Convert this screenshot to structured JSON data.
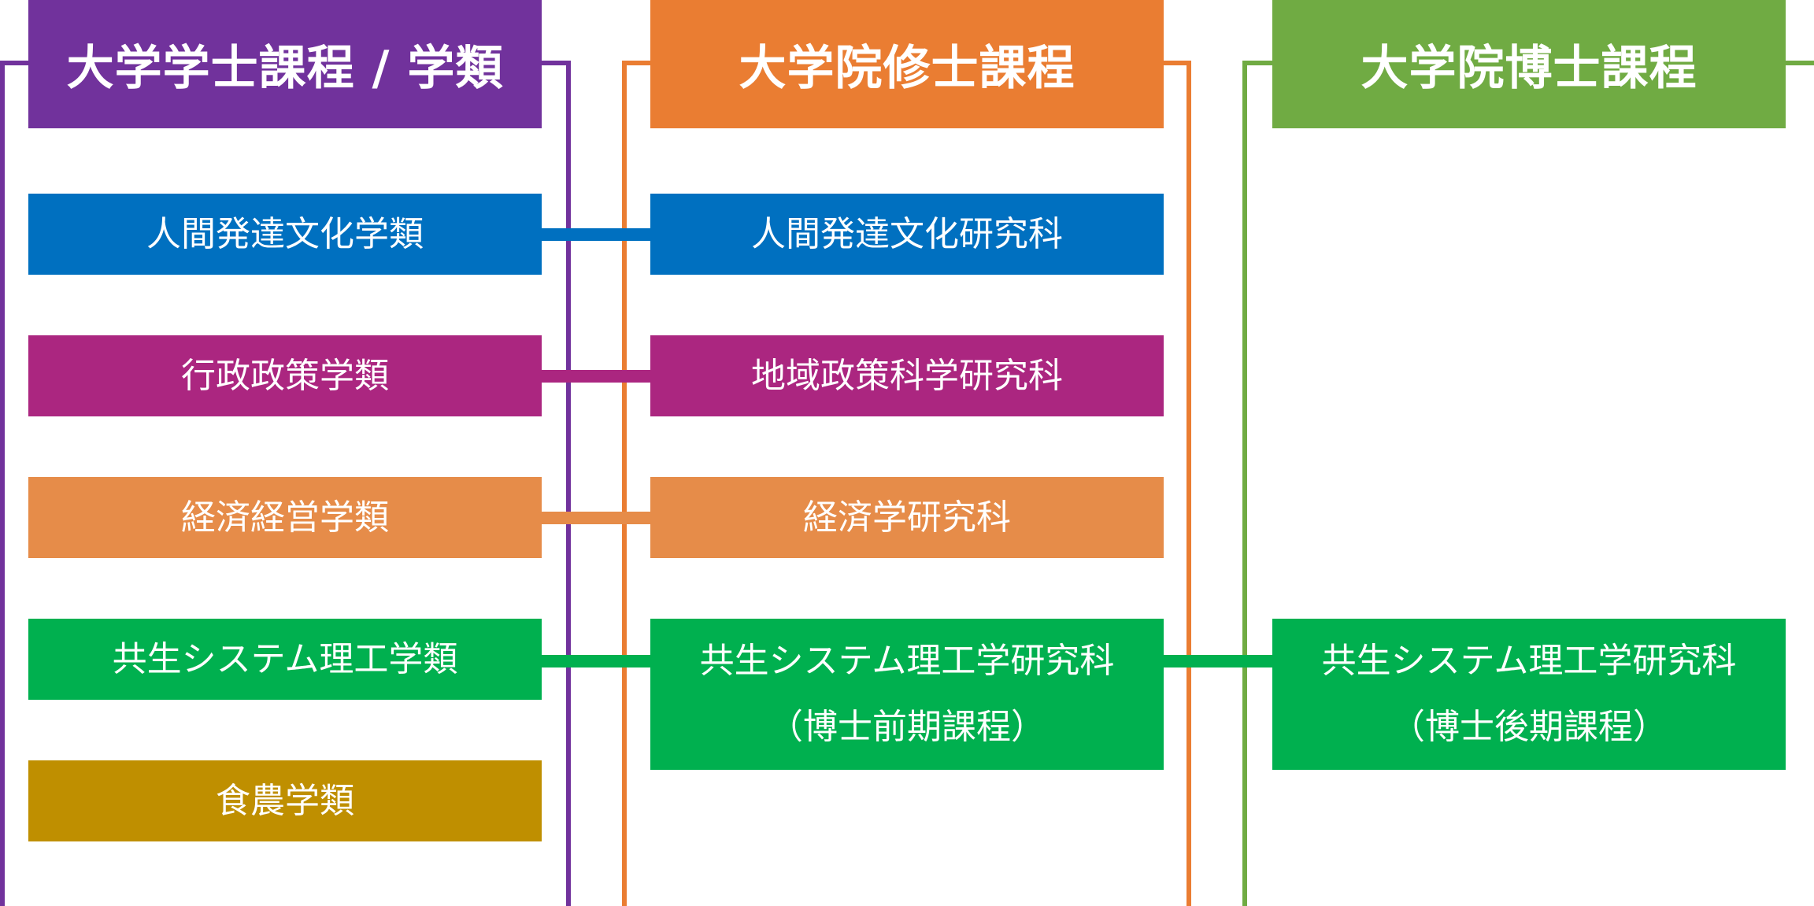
{
  "colors": {
    "undergrad": "#71329c",
    "master": "#ea7d32",
    "doctor": "#70ab43",
    "human": "#0070c0",
    "policy": "#ab2680",
    "econ": "#e68c49",
    "science": "#00b04f",
    "agri": "#bf8f00"
  },
  "columns": {
    "undergrad": {
      "title": "大学学士課程 / 学類"
    },
    "master": {
      "title": "大学院修士課程"
    },
    "doctor": {
      "title": "大学院博士課程"
    }
  },
  "undergrad": {
    "human": "人間発達文化学類",
    "policy": "行政政策学類",
    "econ": "経済経営学類",
    "science": "共生システム理工学類",
    "agri": "食農学類"
  },
  "master": {
    "human": "人間発達文化研究科",
    "policy": "地域政策科学研究科",
    "econ": "経済学研究科",
    "science_line1": "共生システム理工学研究科",
    "science_line2": "（博士前期課程）"
  },
  "doctor": {
    "science_line1": "共生システム理工学研究科",
    "science_line2": "（博士後期課程）"
  }
}
